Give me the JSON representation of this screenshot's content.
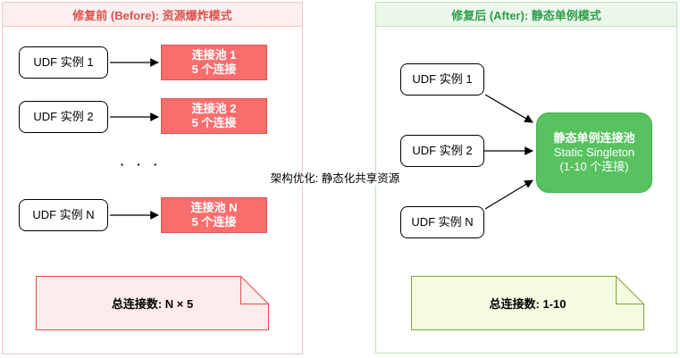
{
  "before": {
    "title": "修复前 (Before): 资源爆炸模式",
    "instances": [
      "UDF 实例 1",
      "UDF 实例 2",
      "UDF 实例 N"
    ],
    "pools": [
      {
        "title": "连接池 1",
        "subtitle": "5 个连接"
      },
      {
        "title": "连接池 2",
        "subtitle": "5 个连接"
      },
      {
        "title": "连接池 N",
        "subtitle": "5 个连接"
      }
    ],
    "ellipsis": "· · ·",
    "note": "总连接数: N × 5"
  },
  "after": {
    "title": "修复后 (After): 静态单例模式",
    "instances": [
      "UDF 实例 1",
      "UDF 实例 2",
      "UDF 实例 N"
    ],
    "singleton": {
      "title": "静态单例连接池",
      "subtitle": "Static Singleton",
      "detail": "(1-10 个连接)"
    },
    "note": "总连接数: 1-10"
  },
  "middle_label": "架构优化: 静态化共享资源",
  "colors": {
    "before_accent": "#D9534F",
    "before_panel_border": "#F5C2C2",
    "before_header_bg": "#FDEFEF",
    "pool_fill": "#FA6D6D",
    "pool_border": "#D85555",
    "before_note_fill": "#FDECEC",
    "before_note_border": "#E0504C",
    "after_accent": "#2D9E4B",
    "after_panel_border": "#BBE6BD",
    "after_header_bg": "#EAF7EA",
    "singleton_fill": "#57C25F",
    "singleton_border": "#3FAE4C",
    "after_note_fill": "#F5FBE1",
    "after_note_border": "#7DA63B",
    "arrow": "#000000"
  }
}
